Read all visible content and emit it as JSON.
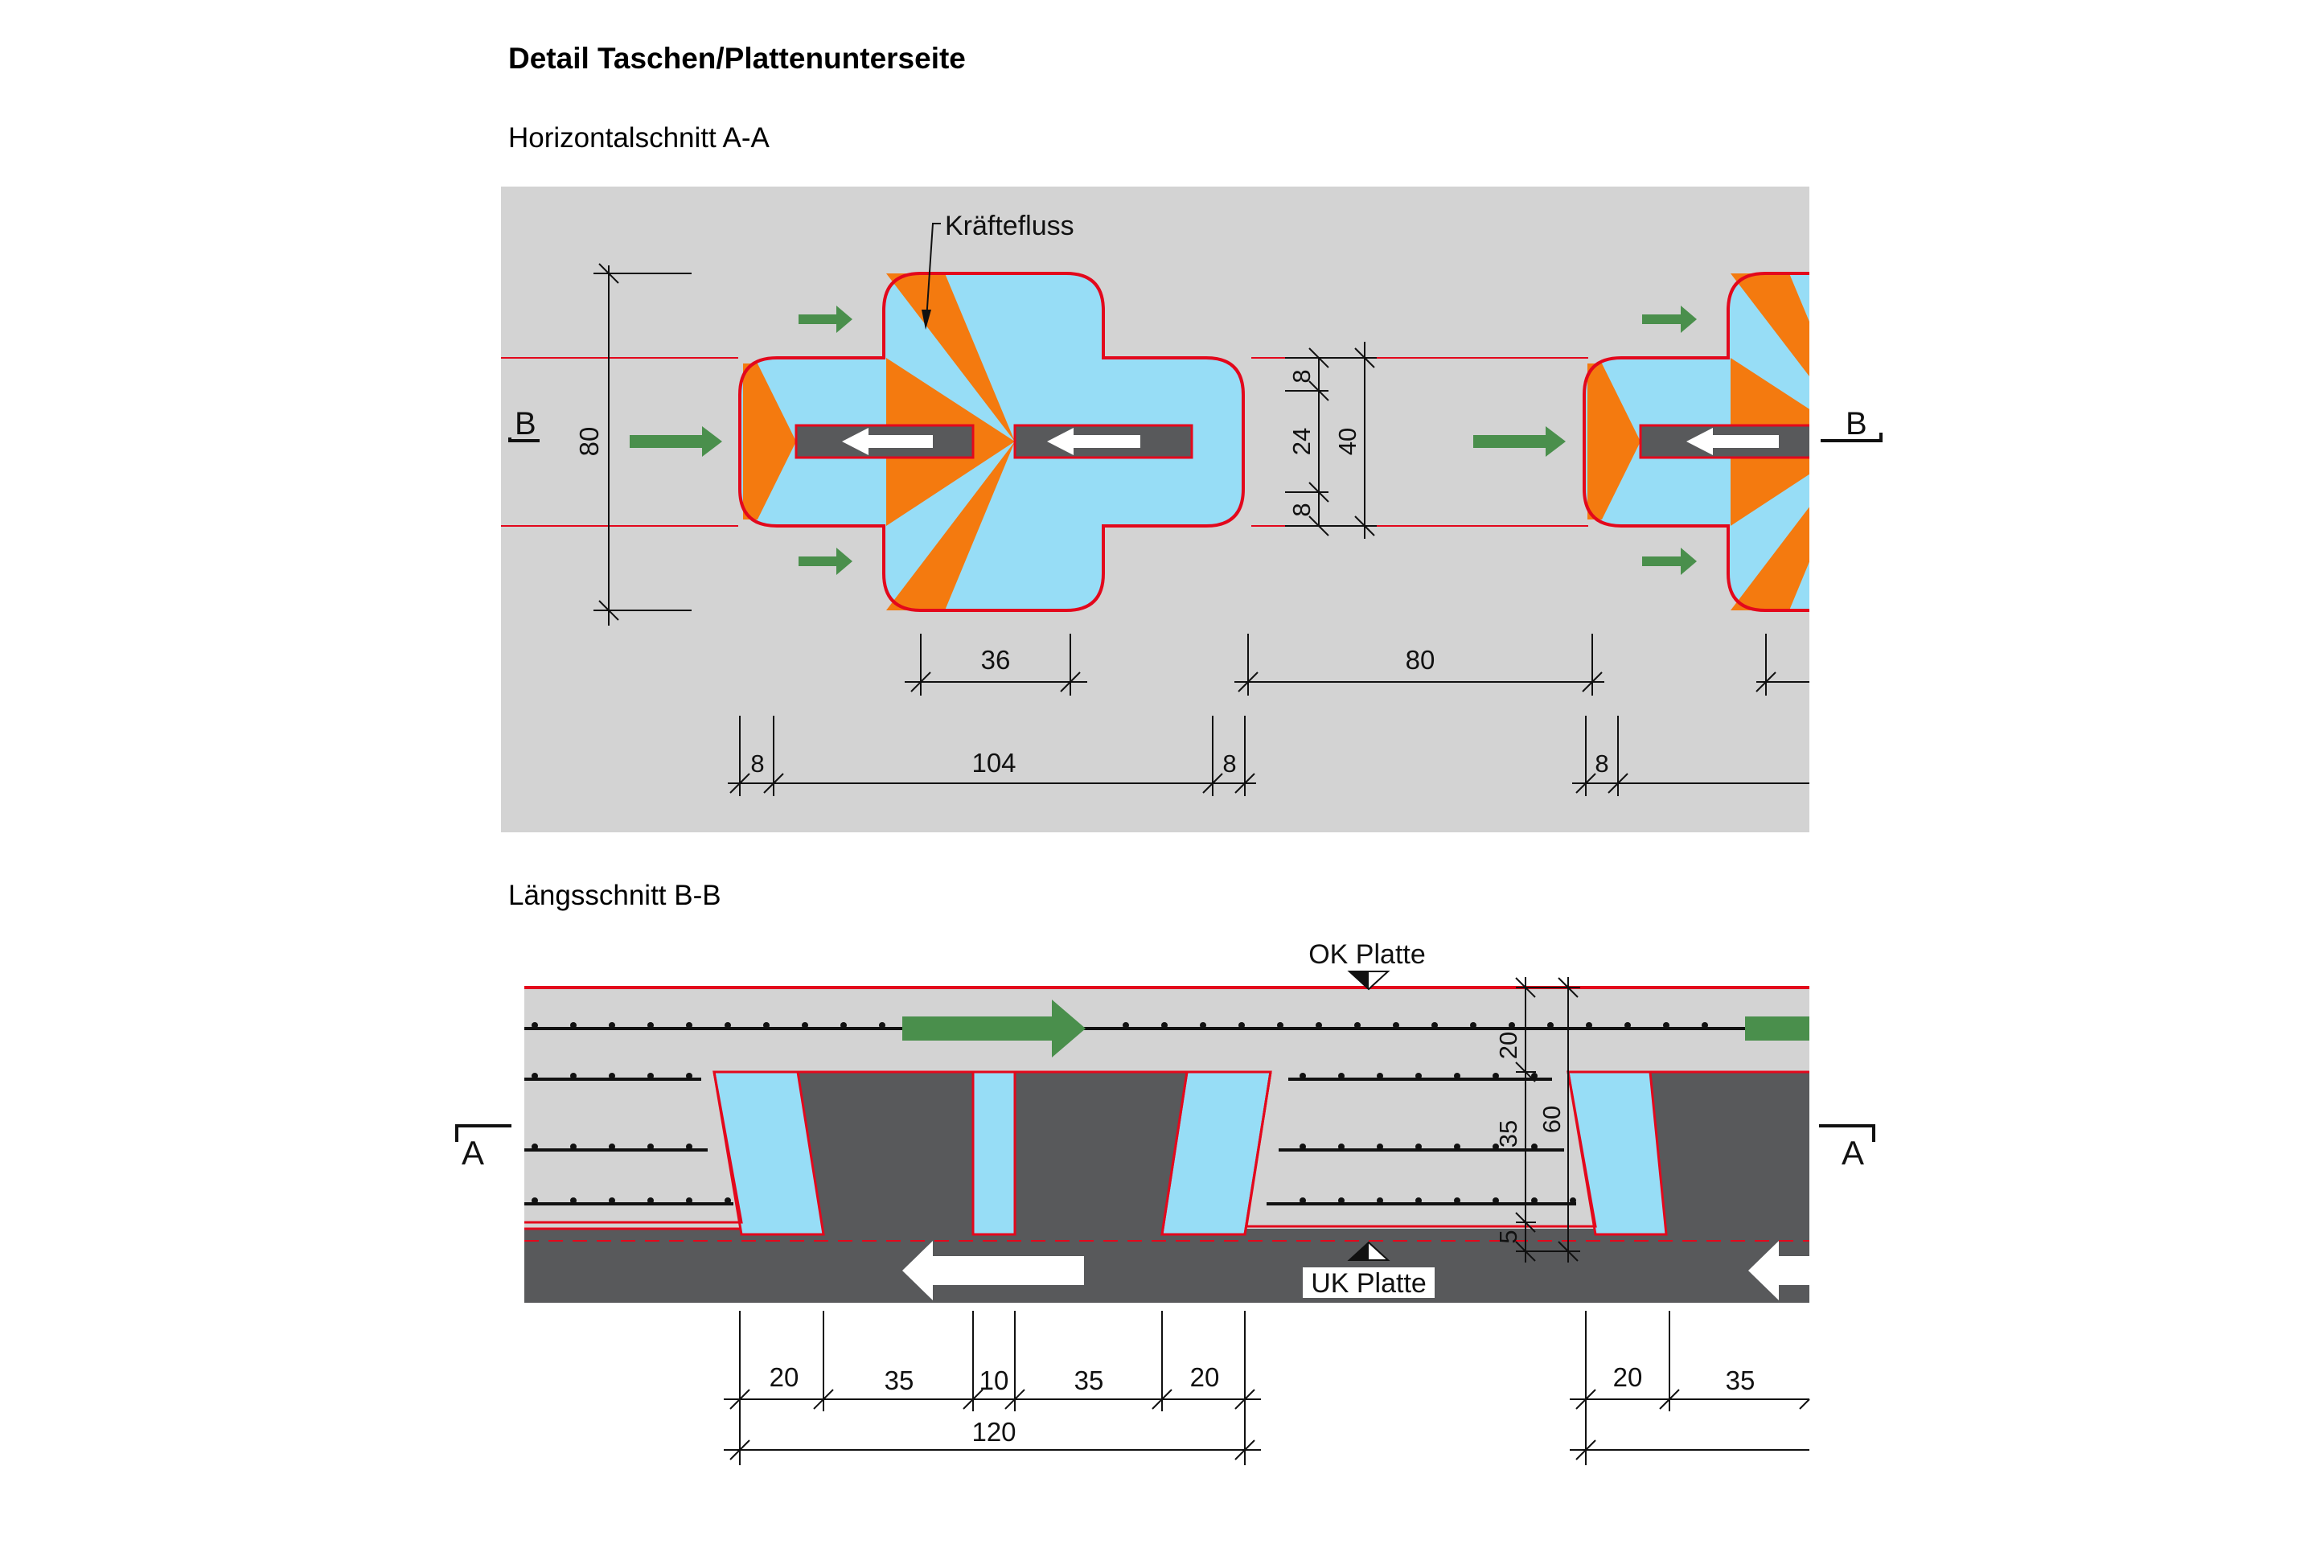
{
  "title": "Detail Taschen/Plattenunterseite",
  "section_a": {
    "heading": "Horizontalschnitt A-A",
    "annotation": "Kräftefluss",
    "cut_mark": "B",
    "dims": {
      "height_total": "80",
      "slot_top": "8",
      "slot_mid": "24",
      "slot_bottom": "8",
      "slot_total": "40",
      "width_36": "36",
      "gap_80": "80",
      "edge_left": "8",
      "width_104": "104",
      "edge_right": "8",
      "edge_next": "8"
    }
  },
  "section_b": {
    "heading": "Längsschnitt B-B",
    "ok_label": "OK Platte",
    "uk_label": "UK Platte",
    "cut_mark": "A",
    "dims": {
      "d20": "20",
      "d35": "35",
      "d10": "10",
      "d35b": "35",
      "d20b": "20",
      "d120": "120",
      "next20": "20",
      "next35": "35",
      "v20": "20",
      "v35": "35",
      "v5": "5",
      "v60": "60"
    }
  },
  "colors": {
    "concrete": "#d3d3d3",
    "dark": "#58595b",
    "pocket": "#97ddf6",
    "force": "#f47a0f",
    "outline": "#e3081c",
    "green_arrow": "#4a8f4c",
    "white_arrow": "#ffffff"
  }
}
